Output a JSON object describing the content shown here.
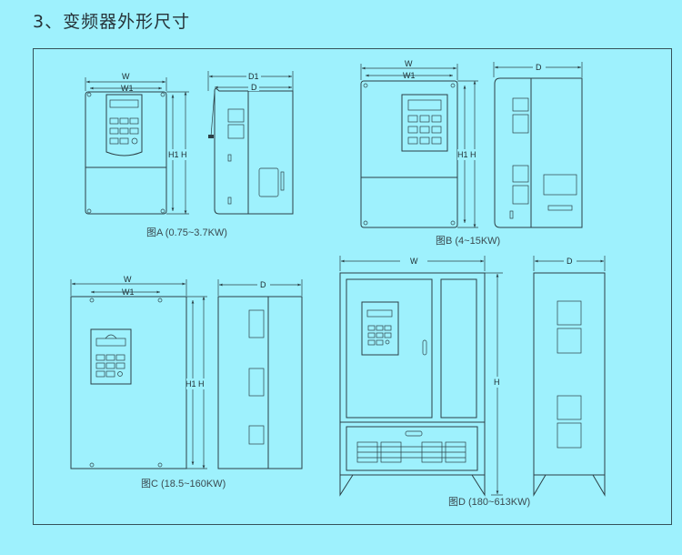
{
  "heading": "3、变频器外形尺寸",
  "figures": [
    {
      "caption": "图A (0.75~3.7KW)",
      "labels": {
        "w": "W",
        "w1": "W1",
        "h1h": "H1 H",
        "d1": "D1",
        "d": "D"
      }
    },
    {
      "caption": "图B (4~15KW)",
      "labels": {
        "w": "W",
        "w1": "W1",
        "h1h": "H1 H",
        "d": "D"
      }
    },
    {
      "caption": "图C (18.5~160KW)",
      "labels": {
        "w": "W",
        "w1": "W1",
        "h1h": "H1 H",
        "d": "D"
      }
    },
    {
      "caption": "图D (180~613KW)",
      "labels": {
        "w": "W",
        "h": "H",
        "d": "D"
      }
    }
  ],
  "colors": {
    "background": "#9ef1fd",
    "line": "#2c4046"
  }
}
